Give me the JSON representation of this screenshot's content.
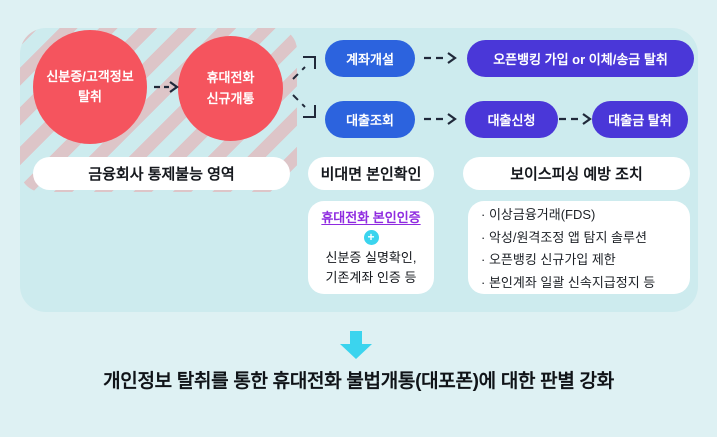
{
  "colors": {
    "outer_bg": "#def1f3",
    "panel_bg": "#cdebee",
    "stripe": "#ddc5c8",
    "circle_red": "#f5545e",
    "pill_blue": "#2c63de",
    "pill_indigo": "#4a37d8",
    "accent_purple": "#8f2be0",
    "accent_cyan": "#3bd4ee",
    "arrow_dark": "#20293a"
  },
  "uncontrolled_zone": {
    "circle1": {
      "line1": "신분증/고객정보",
      "line2": "탈취"
    },
    "circle2": {
      "line1": "휴대전화",
      "line2": "신규개통"
    },
    "label": "금융회사 통제불능 영역"
  },
  "flow": {
    "row1": {
      "step1": "계좌개설",
      "step2": "오픈뱅킹 가입 or 이체/송금 탈취"
    },
    "row2": {
      "step1": "대출조회",
      "step2": "대출신청",
      "step3": "대출금 탈취"
    }
  },
  "columns": {
    "verification_label": "비대면 본인확인",
    "prevention_label": "보이스피싱 예방 조치"
  },
  "verification_box": {
    "highlight": "휴대전화 본인인증",
    "plus_icon": "+",
    "line1": "신분증 실명확인,",
    "line2": "기존계좌 인증 등"
  },
  "prevention_box": {
    "items": [
      "· 이상금융거래(FDS)",
      "· 악성/원격조정 앱 탐지 솔루션",
      "· 오픈뱅킹 신규가입 제한",
      "· 본인계좌 일괄 신속지급정지 등"
    ]
  },
  "conclusion": {
    "text": "개인정보 탈취를 통한 휴대전화 불법개통(대포폰)에 대한 판별 강화"
  }
}
